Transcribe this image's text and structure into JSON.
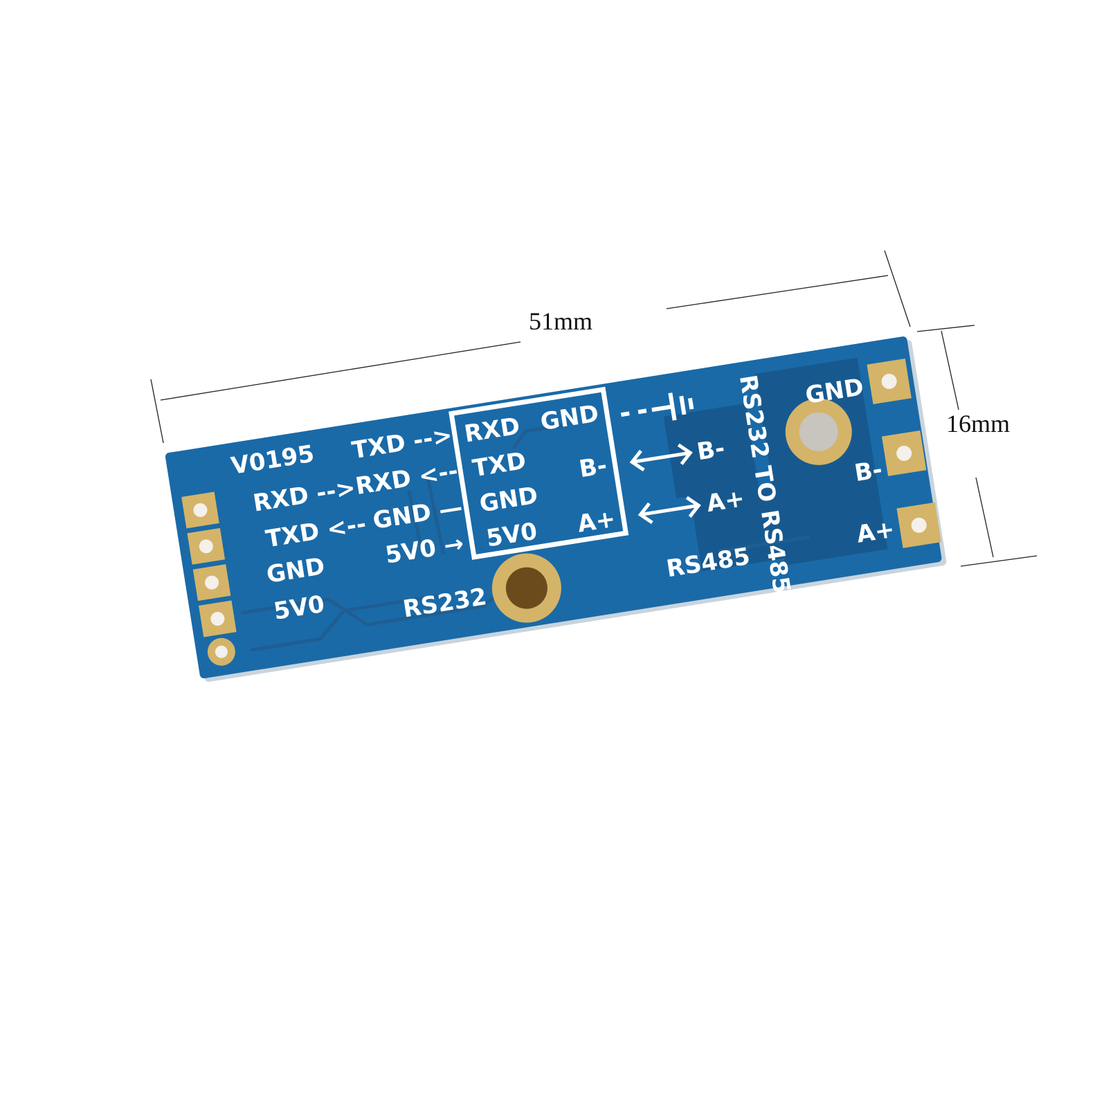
{
  "dimensions": {
    "length": "51mm",
    "width": "16mm"
  },
  "colors": {
    "board": "#1a6aa8",
    "board_dark": "#17598f",
    "pad": "#d4b468",
    "silkscreen": "#ffffff"
  },
  "board": {
    "model": "V0195",
    "left_header": [
      "RXD -->",
      "TXD <--",
      "GND",
      "5V0"
    ],
    "rs232_side": [
      "TXD -->",
      "RXD <--",
      "GND —",
      "5V0 →"
    ],
    "rs232_label": "RS232",
    "box_left": [
      "RXD",
      "TXD",
      "GND",
      "5V0"
    ],
    "box_right": [
      "GND",
      "B-",
      "A+"
    ],
    "rs485_side": [
      "B-",
      "A+"
    ],
    "rs485_label": "RS485",
    "vertical_title": "RS232 TO RS485",
    "right_header": [
      "GND",
      "B-",
      "A+"
    ]
  }
}
